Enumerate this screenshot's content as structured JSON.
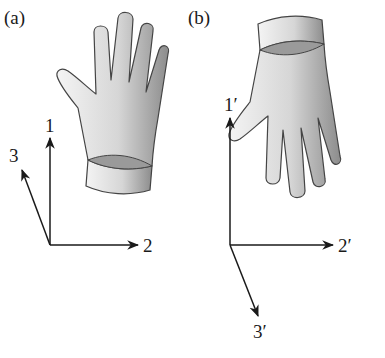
{
  "diagram": {
    "labels": [
      "(a)",
      "(b)",
      "1",
      "2",
      "3",
      "1′",
      "2′",
      "3′"
    ]
  }
}
